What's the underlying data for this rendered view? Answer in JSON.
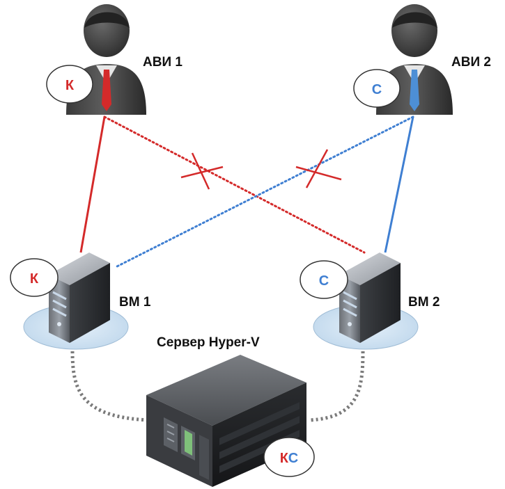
{
  "labels": {
    "user1": "АВИ 1",
    "user2": "АВИ 2",
    "vm1": "ВМ 1",
    "vm2": "ВМ 2",
    "server": "Сервер Hyper-V"
  },
  "badges": {
    "user1": "К",
    "user2": "С",
    "vm1": "К",
    "vm2": "С",
    "server_k": "К",
    "server_c": "С"
  },
  "colors": {
    "red": "#d42a2a",
    "blue": "#3f7fd2",
    "dotted_gray": "#7a7a7a",
    "cross": "#d42a2a"
  },
  "links": [
    {
      "from": "user1",
      "to": "vm1",
      "style": "solid",
      "color": "red"
    },
    {
      "from": "user2",
      "to": "vm2",
      "style": "solid",
      "color": "blue"
    },
    {
      "from": "user1",
      "to": "vm2",
      "style": "dotted",
      "color": "red",
      "blocked": true
    },
    {
      "from": "user2",
      "to": "vm1",
      "style": "dotted",
      "color": "blue",
      "blocked": true
    },
    {
      "from": "vm1",
      "to": "server",
      "style": "dotted",
      "color": "gray"
    },
    {
      "from": "vm2",
      "to": "server",
      "style": "dotted",
      "color": "gray"
    }
  ]
}
